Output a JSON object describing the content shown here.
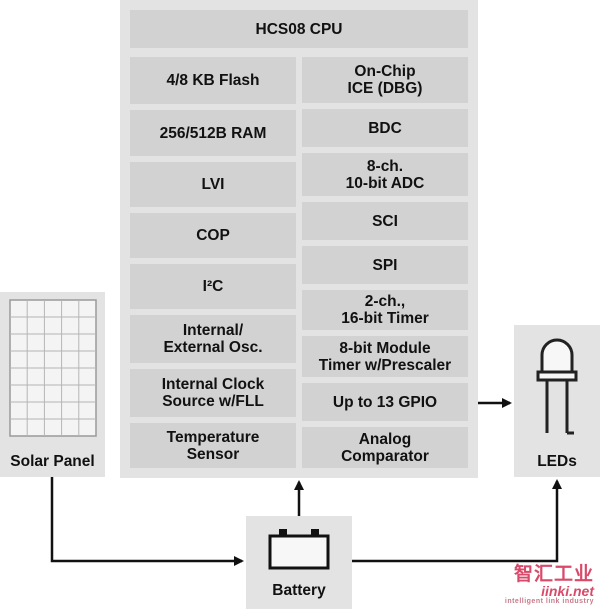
{
  "cpu": {
    "title": "HCS08 CPU",
    "left_blocks": [
      "4/8 KB Flash",
      "256/512B RAM",
      "LVI",
      "COP",
      "I²C",
      "Internal/\nExternal Osc.",
      "Internal Clock\nSource w/FLL",
      "Temperature\nSensor"
    ],
    "right_blocks": [
      "On-Chip\nICE (DBG)",
      "BDC",
      "8-ch.\n10-bit ADC",
      "SCI",
      "SPI",
      "2-ch.,\n16-bit Timer",
      "8-bit Module\nTimer w/Prescaler",
      "Up to 13 GPIO",
      "Analog\nComparator"
    ]
  },
  "solar_panel": {
    "label": "Solar Panel"
  },
  "battery": {
    "label": "Battery"
  },
  "leds": {
    "label": "LEDs"
  },
  "watermark": {
    "line1": "智汇工业",
    "line2": "iinki.net",
    "line3": "intelligent link industry"
  },
  "colors": {
    "panel": "#e3e3e3",
    "block": "#d2d2d2",
    "arrow": "#111111",
    "watermark": "#d94a6a"
  }
}
